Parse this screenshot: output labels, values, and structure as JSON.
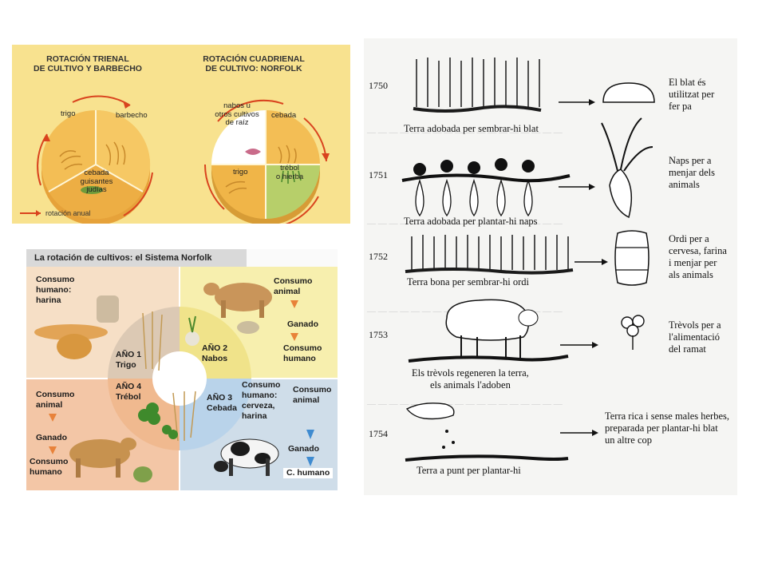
{
  "crop_rotation_panel": {
    "triennial_title": [
      "ROTACIÓN TRIENAL",
      "DE CULTIVO Y BARBECHO"
    ],
    "quadrennial_title": [
      "ROTACIÓN CUADRIENAL",
      "DE CULTIVO: NORFOLK"
    ],
    "triennial_labels": {
      "trigo": "trigo",
      "barbecho": "barbecho",
      "cebada": [
        "cebada",
        "guisantes",
        "judías"
      ]
    },
    "quadrennial_labels": {
      "nabos": [
        "nabos u",
        "otros cultivos",
        "de raíz"
      ],
      "cebada": "cebada",
      "trebol": [
        "trébol",
        "o hierba"
      ],
      "trigo": "trigo"
    },
    "legend": "rotación anual",
    "colors": {
      "background": "#f8e28f",
      "arrow": "#d9431e",
      "segment": "#f0b548",
      "green": "#b7cf6a",
      "white": "#ffffff"
    }
  },
  "norfolk_panel": {
    "title": "La rotación de cultivos: el Sistema Norfolk",
    "year1": [
      "AÑO 1",
      "Trigo"
    ],
    "year2": [
      "AÑO 2",
      "Nabos"
    ],
    "year3": [
      "AÑO 3",
      "Cebada"
    ],
    "year4": [
      "AÑO 4",
      "Trébol"
    ],
    "top_left": [
      "Consumo",
      "humano:",
      "harina"
    ],
    "top_right": {
      "head": [
        "Consumo",
        "animal"
      ],
      "mid": "Ganado",
      "tail": [
        "Consumo",
        "humano"
      ]
    },
    "bottom_left": {
      "head": [
        "Consumo",
        "animal"
      ],
      "mid": "Ganado",
      "tail": [
        "Consumo",
        "humano"
      ]
    },
    "bottom_middle": [
      "Consumo",
      "humano:",
      "cerveza,",
      "harina"
    ],
    "bottom_right": {
      "head": [
        "Consumo",
        "animal"
      ],
      "mid": "Ganado",
      "tail": "C. humano"
    },
    "colors": {
      "q1": "#f6dfc6",
      "q2": "#f7efae",
      "q3": "#f3c6a6",
      "q4": "#cfdde9",
      "arrow_orange": "#e8823a",
      "arrow_blue": "#3f8bd0"
    }
  },
  "timeline_panel": {
    "rows": [
      {
        "year": "1750",
        "caption": "Terra adobada per sembrar-hi blat",
        "result": [
          "El blat és",
          "utilitzat per",
          "fer pa"
        ]
      },
      {
        "year": "1751",
        "caption": "Terra adobada per plantar-hi naps",
        "result": [
          "Naps per a",
          "menjar dels",
          "animals"
        ]
      },
      {
        "year": "1752",
        "caption": "Terra bona per sembrar-hi ordi",
        "result": [
          "Ordi per a",
          "cervesa, farina",
          "i menjar per",
          "als animals"
        ]
      },
      {
        "year": "1753",
        "caption": [
          "Els trèvols regeneren la terra,",
          "els animals l'adoben"
        ],
        "result": [
          "Trèvols per a",
          "l'alimentació",
          "del ramat"
        ]
      },
      {
        "year": "1754",
        "caption": "Terra a punt per plantar-hi",
        "result": [
          "Terra rica i sense males herbes,",
          "preparada per plantar-hi blat",
          "un altre cop"
        ]
      }
    ]
  }
}
